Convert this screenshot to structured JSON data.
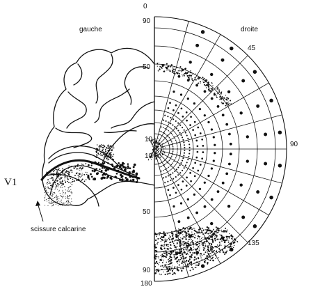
{
  "labels": {
    "left_title": "gauche",
    "right_title": "droite",
    "area": "V1",
    "fissure": "scissure calcarine"
  },
  "angle_labels": {
    "top": "0",
    "a45": "45",
    "a90": "90",
    "a135": "135",
    "bottom": "180"
  },
  "eccentricity_labels": {
    "upper_outer": "90",
    "upper_mid": "50",
    "center_upper": "10",
    "center_lower": "10",
    "lower_mid": "50",
    "lower_outer": "90"
  },
  "colors": {
    "ink": "#111111",
    "paper": "#ffffff"
  }
}
